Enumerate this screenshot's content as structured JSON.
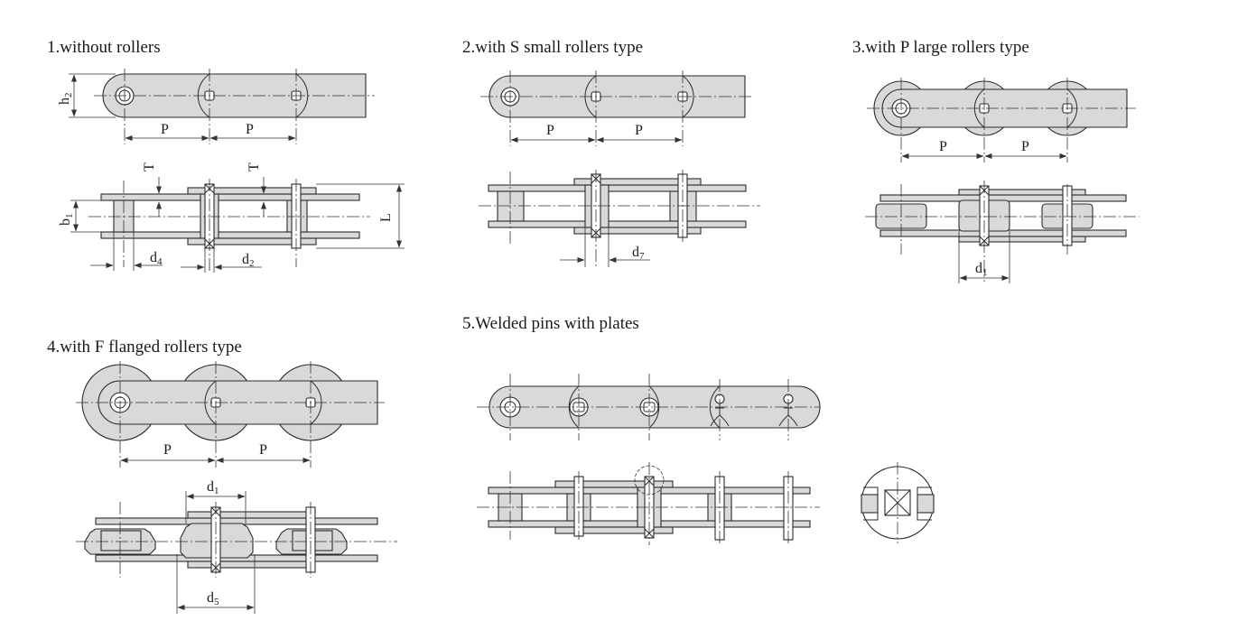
{
  "sections": {
    "s1_title": "1.without rollers",
    "s2_title": "2.with S small rollers type",
    "s3_title": "3.with P large rollers type",
    "s4_title": "4.with F flanged rollers type",
    "s5_title": "5.Welded pins with plates"
  },
  "dims": {
    "P": "P",
    "T": "T",
    "L": "L",
    "h2_base": "h",
    "h2_sub": "2",
    "b1_base": "b",
    "b1_sub": "1",
    "d4_base": "d",
    "d4_sub": "4",
    "d2_base": "d",
    "d2_sub": "2",
    "d7_base": "d",
    "d7_sub": "7",
    "d1_base": "d",
    "d1_sub": "1",
    "d5_base": "d",
    "d5_sub": "5"
  }
}
